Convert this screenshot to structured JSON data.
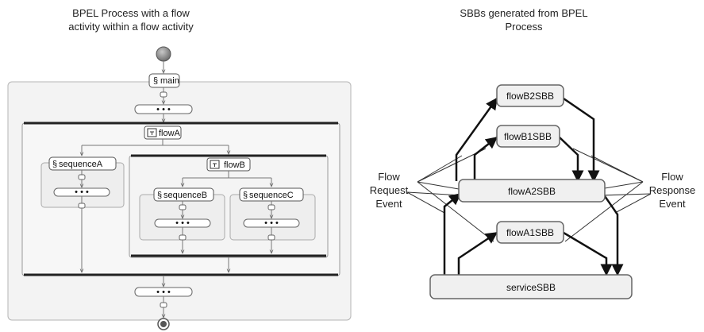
{
  "left": {
    "title_line1": "BPEL Process with a flow",
    "title_line2": "activity within a flow activity",
    "main": "main",
    "flowA": "flowA",
    "flowB": "flowB",
    "sequenceA": "sequenceA",
    "sequenceB": "sequenceB",
    "sequenceC": "sequenceC",
    "ellipsis": "• • •"
  },
  "right": {
    "title_line1": "SBBs generated from BPEL",
    "title_line2": "Process",
    "flowB2SBB": "flowB2SBB",
    "flowB1SBB": "flowB1SBB",
    "flowA2SBB": "flowA2SBB",
    "flowA1SBB": "flowA1SBB",
    "serviceSBB": "serviceSBB",
    "request_line1": "Flow",
    "request_line2": "Request",
    "request_line3": "Event",
    "response_line1": "Flow",
    "response_line2": "Response",
    "response_line3": "Event"
  },
  "colors": {
    "start_node": "#8c8c8c",
    "container_bg": "#f3f3f3",
    "box_stroke": "#555555",
    "bar": "#222222"
  }
}
